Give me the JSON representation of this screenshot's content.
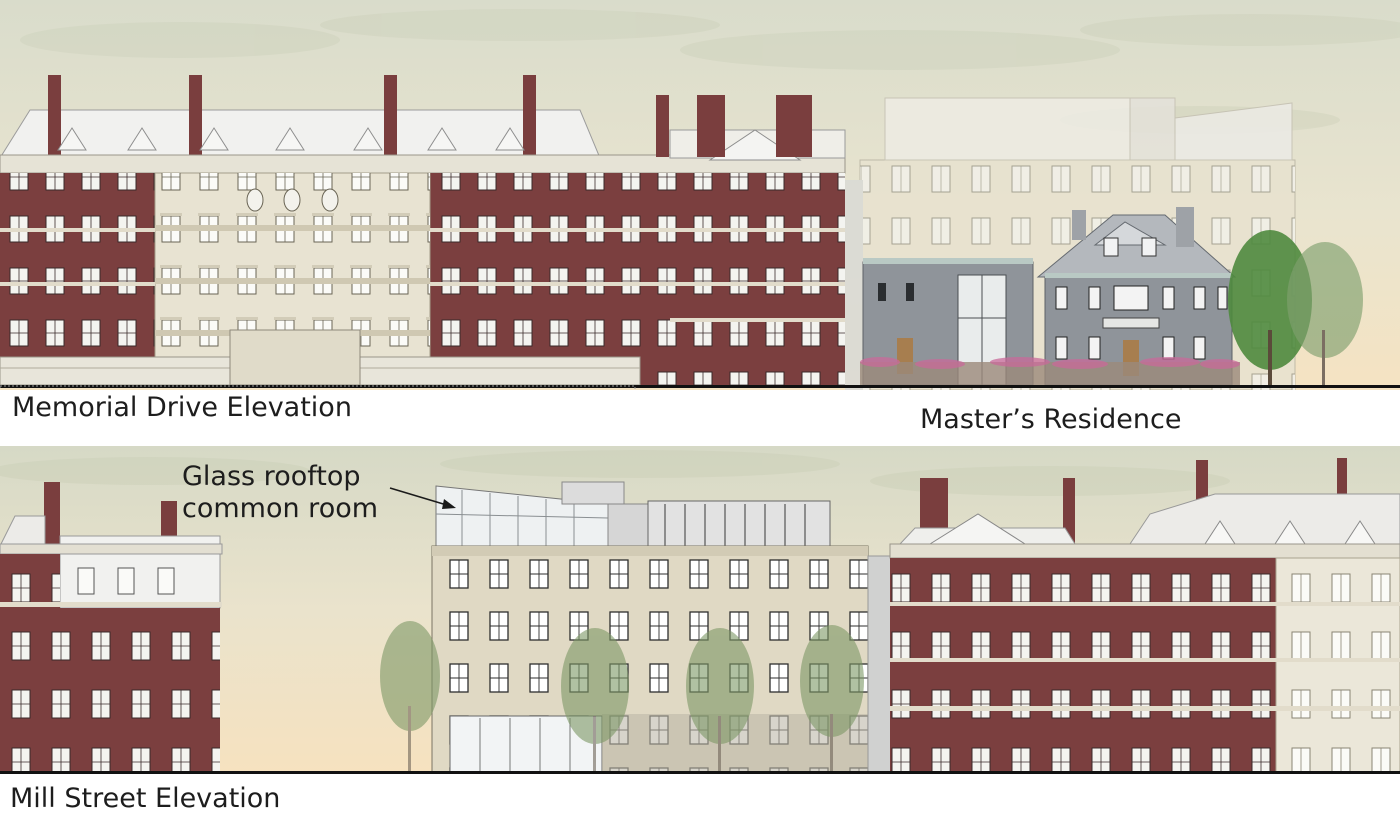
{
  "labels": {
    "memorial_drive": "Memorial Drive Elevation",
    "masters_residence": "Master’s Residence",
    "mill_street": "Mill Street Elevation",
    "glass_rooftop_line1": "Glass rooftop",
    "glass_rooftop_line2": "common room"
  },
  "colors": {
    "sky_top": "#dcdcc8",
    "sky_bottom": "#f3e6c8",
    "brick": "#7b3f3f",
    "limestone": "#e9e5d8",
    "facade_cream": "#ded7c3",
    "residence_gray": "#8d9298",
    "roof_gray": "#cfd1d4",
    "ground_line": "#111111"
  }
}
